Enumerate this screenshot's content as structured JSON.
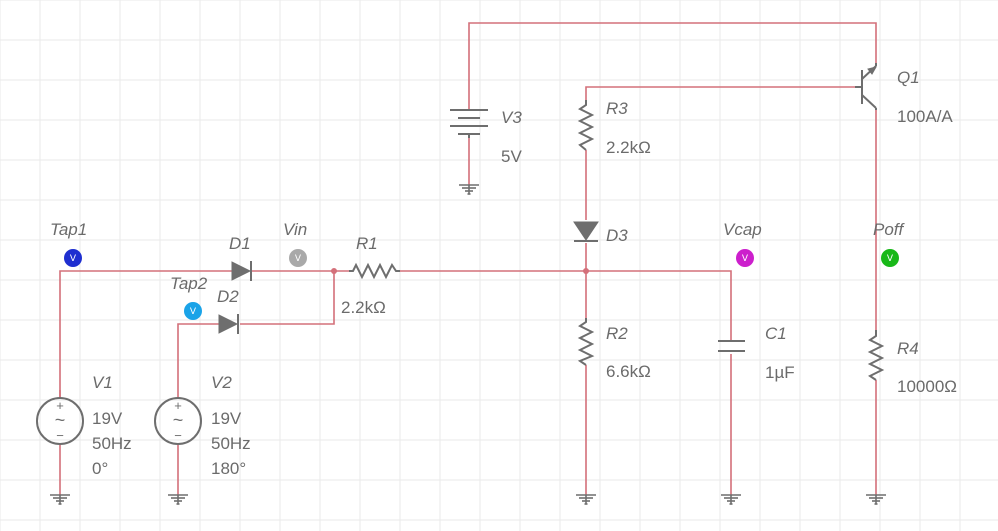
{
  "components": {
    "V1": {
      "ref": "V1",
      "voltage": "19V",
      "freq": "50Hz",
      "phase": "0°"
    },
    "V2": {
      "ref": "V2",
      "voltage": "19V",
      "freq": "50Hz",
      "phase": "180°"
    },
    "V3": {
      "ref": "V3",
      "value": "5V"
    },
    "D1": {
      "ref": "D1"
    },
    "D2": {
      "ref": "D2"
    },
    "D3": {
      "ref": "D3"
    },
    "R1": {
      "ref": "R1",
      "value": "2.2kΩ"
    },
    "R2": {
      "ref": "R2",
      "value": "6.6kΩ"
    },
    "R3": {
      "ref": "R3",
      "value": "2.2kΩ"
    },
    "R4": {
      "ref": "R4",
      "value": "10000Ω"
    },
    "C1": {
      "ref": "C1",
      "value": "1µF"
    },
    "Q1": {
      "ref": "Q1",
      "value": "100A/A"
    }
  },
  "probes": {
    "tap1": {
      "label": "Tap1",
      "letter": "V",
      "color": "#1f2fd0"
    },
    "tap2": {
      "label": "Tap2",
      "letter": "V",
      "color": "#1aa3e8"
    },
    "vin": {
      "label": "Vin",
      "letter": "V",
      "color": "#a9a9a9"
    },
    "vcap": {
      "label": "Vcap",
      "letter": "V",
      "color": "#cc1fcc"
    },
    "poff": {
      "label": "Poff",
      "letter": "V",
      "color": "#18b818"
    }
  },
  "source_symbols": {
    "plus": "+",
    "minus": "−",
    "tilde": "~"
  },
  "colors": {
    "wire": "#d4707a",
    "component": "#6e6e6e",
    "grid": "#eaeaea",
    "text": "#6b6b6b"
  }
}
